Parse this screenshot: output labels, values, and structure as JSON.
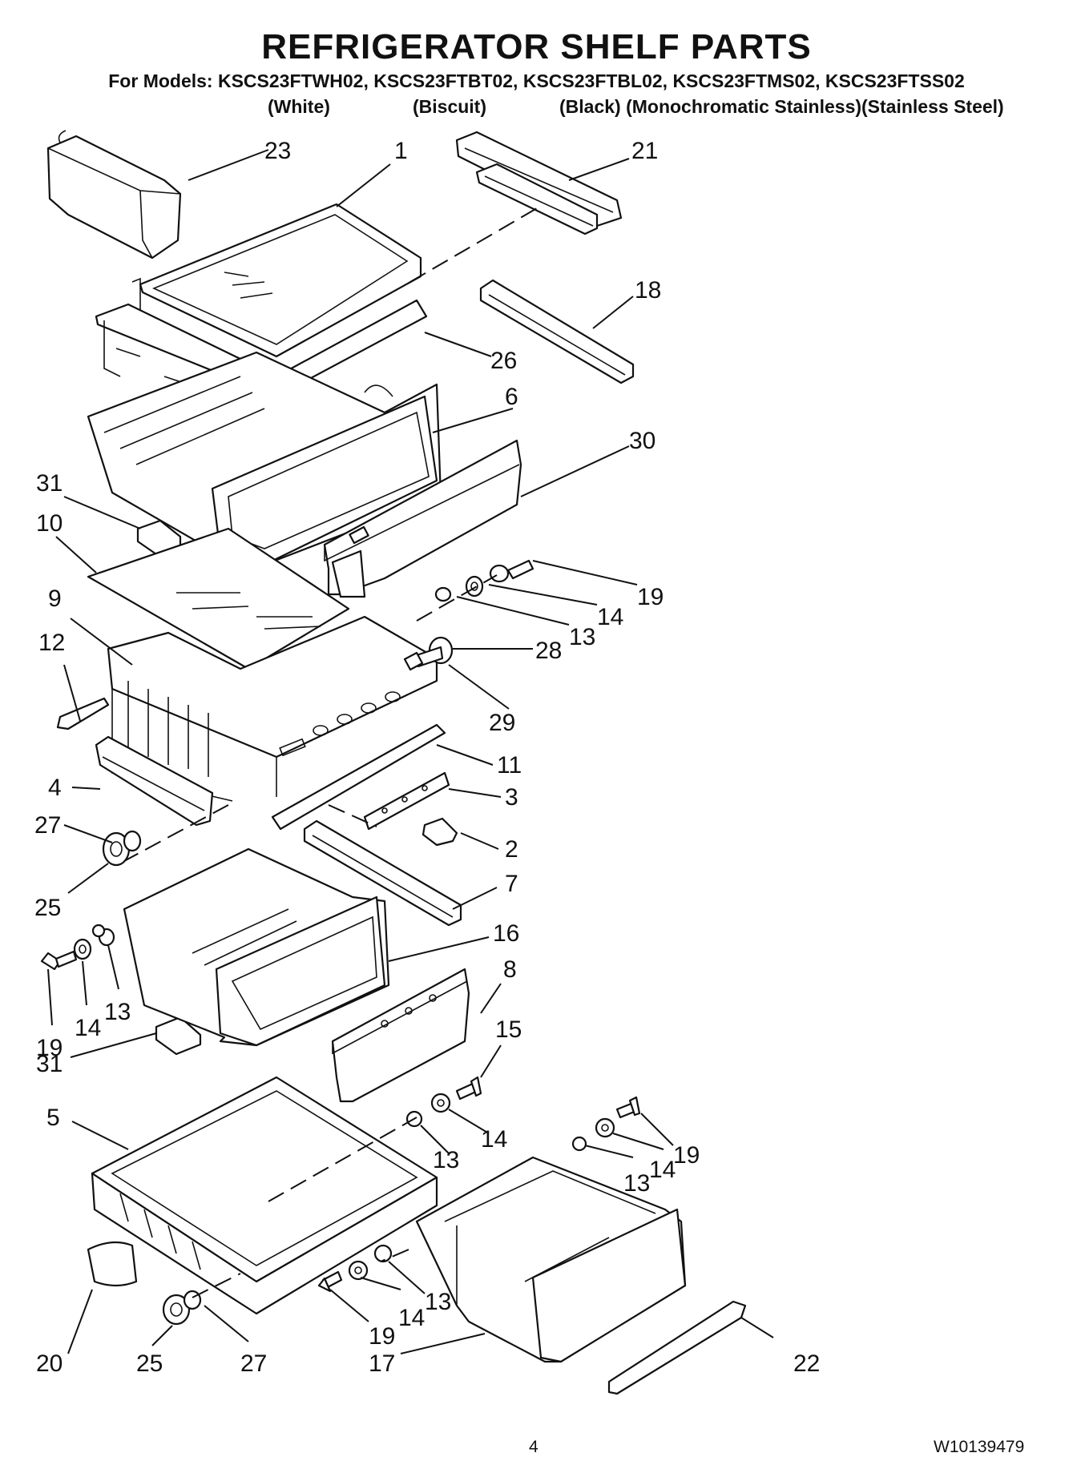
{
  "header": {
    "title": "REFRIGERATOR SHELF PARTS",
    "models_line": "For Models: KSCS23FTWH02, KSCS23FTBT02, KSCS23FTBL02, KSCS23FTMS02, KSCS23FTSS02",
    "variants": [
      "(White)",
      "(Biscuit)",
      "(Black) (Monochromatic Stainless)(Stainless Steel)"
    ]
  },
  "callouts": [
    "23",
    "1",
    "21",
    "18",
    "26",
    "6",
    "30",
    "31",
    "10",
    "19",
    "14",
    "13",
    "9",
    "28",
    "12",
    "29",
    "11",
    "4",
    "3",
    "27",
    "2",
    "25",
    "7",
    "16",
    "8",
    "19",
    "14",
    "13",
    "19",
    "15",
    "31",
    "5",
    "14",
    "13",
    "19",
    "14",
    "13",
    "20",
    "25",
    "27",
    "19",
    "14",
    "13",
    "17",
    "22"
  ],
  "footer": {
    "page_number": "4",
    "doc_number": "W10139479"
  }
}
